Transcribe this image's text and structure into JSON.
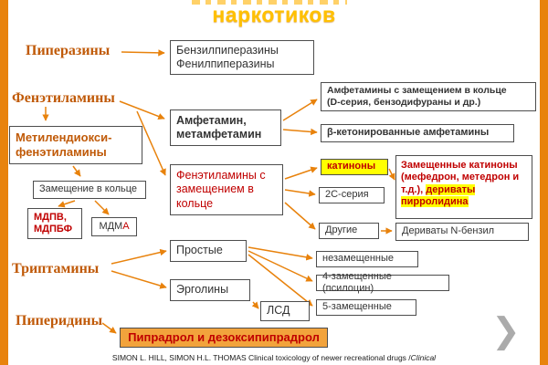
{
  "slide": {
    "title": "наркотиков",
    "footer_main": "SIMON L. HILL, SIMON H.L. THOMAS Clinical toxicology of newer recreational drugs /",
    "footer_italic": "Clinical",
    "next_icon": "❯"
  },
  "colors": {
    "accent_orange": "#E8820C",
    "category_brown": "#C05A08",
    "warning_red": "#C00000",
    "highlight_yellow": "#FFFF00",
    "title_yellow": "#FFC000"
  },
  "categories": {
    "piperazines": "Пиперазины",
    "phenethylamines": "Фенэтиламины",
    "tryptamines": "Триптамины",
    "piperidines": "Пиперидины"
  },
  "nodes": {
    "benzylpiperazines": "Бензилпиперазины\nФенилпиперазины",
    "methylenedioxyphenethylamines": "Метилендиокси-\nфенэтиламины",
    "amphetamine": "Амфетамин,\nметамфетамин",
    "ring_substituted_phenethylamines": "Фенэтиламины с\nзамещением в\nкольце",
    "ring_substitution": "Замещение в кольце",
    "mdpv_mdpbf": "МДПВ,\nМДПБФ",
    "mdma_black": "МДМ",
    "mdma_red": "А",
    "simple": "Простые",
    "ergolines": "Эрголины",
    "lsd": "ЛСД",
    "pipradrol": "Пипрадрол и дезоксипипрадрол",
    "ring_substituted_amphetamines": "Амфетамины с замещением в кольце\n(D-серия, бензодифураны и др.)",
    "beta_keto_amphetamines": "β-кетонированные амфетамины",
    "cathinones": "катиноны",
    "substituted_cathinones_main": "Замещенные катиноны (мефедрон, метедрон и т.д.), ",
    "substituted_cathinones_highlight": "дериваты пирролидина",
    "series_2c": "2С-серия",
    "others": "Другие",
    "n_benzyl_derivatives": "Дериваты N-бензил",
    "unsubstituted": "незамещенные",
    "substituted_4": "4-замещенные (псилоцин)",
    "substituted_5": "5-замещенные"
  }
}
